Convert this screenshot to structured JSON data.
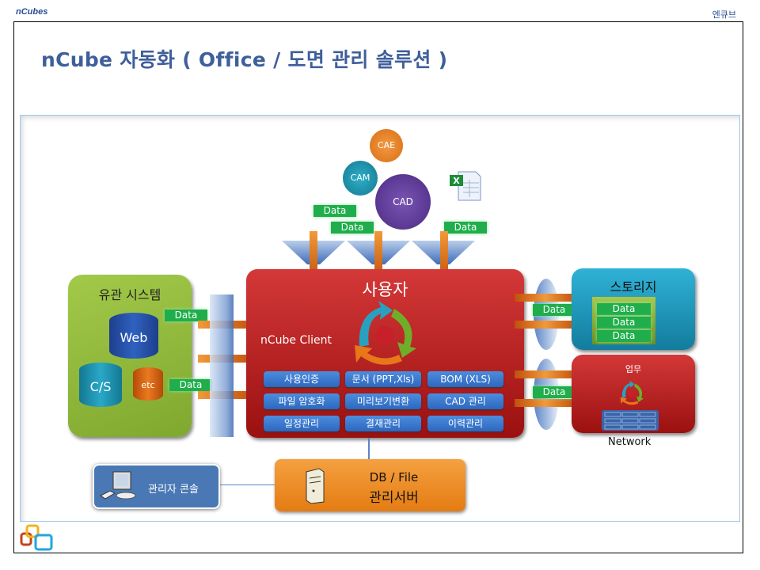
{
  "header": {
    "brand": "nCubes",
    "brand_korean": "엔큐브"
  },
  "title": "nCube 자동화 ( Office / 도면 관리 솔루션  )",
  "diagram": {
    "top": {
      "gears": [
        "CAE",
        "CAM",
        "CAD"
      ],
      "data_tags": [
        "Data",
        "Data",
        "Data"
      ],
      "excel_icon": "excel-file-icon"
    },
    "legacy": {
      "title": "유관 시스템",
      "systems": [
        "Web",
        "C/S",
        "etc"
      ],
      "data_tags": [
        "Data",
        "Data"
      ]
    },
    "client": {
      "title": "사용자",
      "label": "nCube Client",
      "modules": [
        "사용인증",
        "문서 (PPT,Xls)",
        "BOM (XLS)",
        "파일 암호화",
        "미리보기변환",
        "CAD 관리",
        "일정관리",
        "결재관리",
        "이력관리"
      ]
    },
    "storage": {
      "title": "스토리지",
      "stack": [
        "Data",
        "Data",
        "Data"
      ],
      "link_tag": "Data"
    },
    "business": {
      "title": "업무",
      "network_label": "Network",
      "link_tag": "Data"
    },
    "console": {
      "label": "관리자 콘솔"
    },
    "server": {
      "line1": "DB / File",
      "line2": "관리서버"
    }
  }
}
